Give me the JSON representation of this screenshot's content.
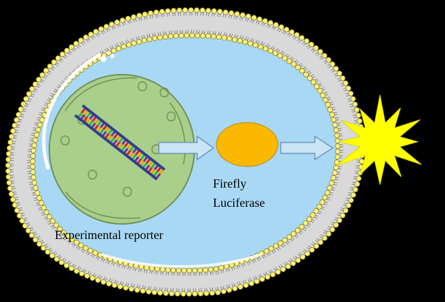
{
  "labels": {
    "reporter": "Experimental reporter",
    "enzyme_line1": "Firefly",
    "enzyme_line2": "Luciferase"
  },
  "colors": {
    "background": "#000000",
    "cytoplasm": "#a9d8f5",
    "membrane_head": "#fff27a",
    "membrane_head_stroke": "#7f7a2a",
    "nucleus": "#a9cf8a",
    "nucleus_stroke": "#6f8f58",
    "enzyme": "#fbb800",
    "light_burst": "#ffff00",
    "arrow_fill": "#c9e4f7",
    "arrow_stroke": "#6f94b8",
    "dna_backbone": "#2f3f8f",
    "dna_rungs": [
      "#e02020",
      "#f2a000",
      "#2db84d",
      "#7a2aa8"
    ]
  },
  "icons": [
    "cell-membrane",
    "nucleus",
    "dna-helix",
    "luciferase-enzyme",
    "light-burst-icon",
    "arrow-icon"
  ]
}
